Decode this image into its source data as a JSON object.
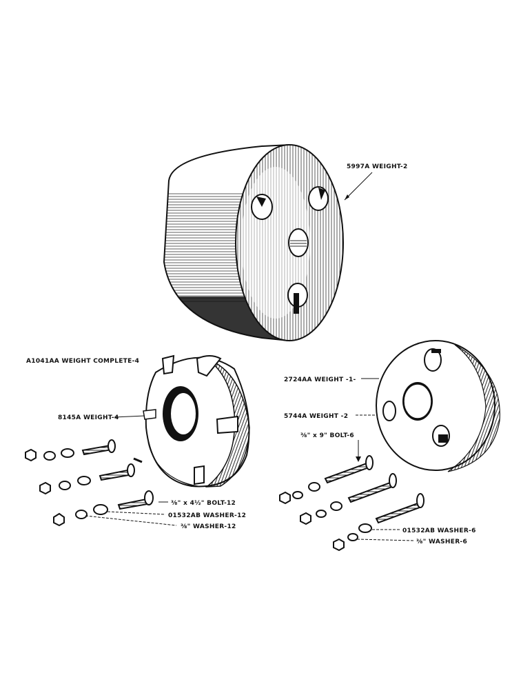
{
  "labels": {
    "weight_5997a": "5997A WEIGHT-2",
    "weight_complete": "A1041AA WEIGHT COMPLETE-4",
    "weight_8145a": "8145A WEIGHT-4",
    "bolt_12": "⅜\" x 4½\" BOLT-12",
    "washer_01532ab_12": "01532AB WASHER-12",
    "washer_12": "⅜\" WASHER-12",
    "weight_2724aa": "2724AA WEIGHT -1-",
    "weight_5744a": "5744A WEIGHT -2",
    "bolt_6": "⅜\" x 9\" BOLT-6",
    "washer_01532ab_6": "01532AB WASHER-6",
    "washer_6": "⅜\" WASHER-6"
  },
  "colors": {
    "ink": "#111111",
    "paper": "#ffffff"
  }
}
